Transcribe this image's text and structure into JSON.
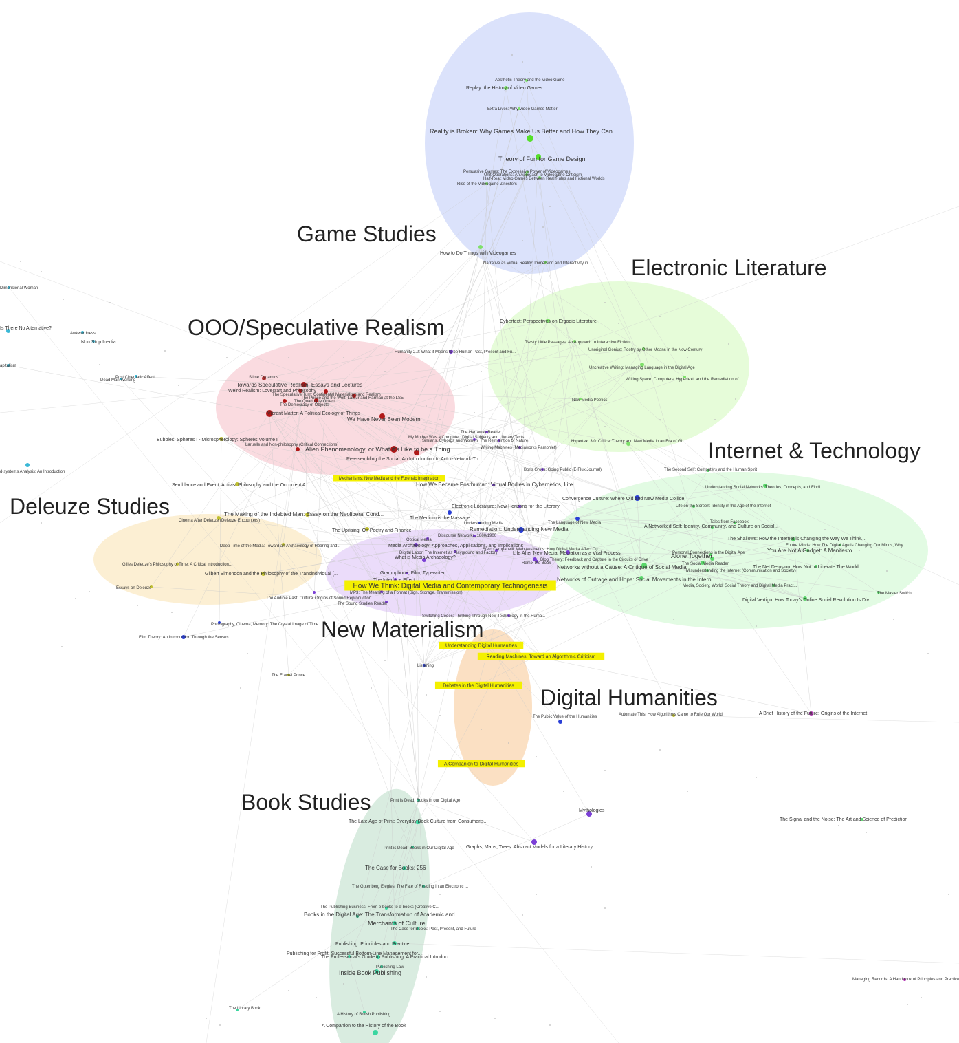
{
  "colors": {
    "game": "#dbe2fb",
    "elit": "#e6fcd9",
    "ooo": "#fadbe0",
    "inet": "#e2fbe3",
    "deleuze": "#fcefd3",
    "newmat": "#ebdcfa",
    "dh": "#fbe0c3",
    "book": "#d9ece0",
    "highlight": "#f4f000",
    "edge": "#c9c9c9"
  },
  "clusters": [
    {
      "id": "game",
      "label": "Game Studies",
      "color": "game"
    },
    {
      "id": "elit",
      "label": "Electronic Literature",
      "color": "elit"
    },
    {
      "id": "ooo",
      "label": "OOO/Speculative Realism",
      "color": "ooo"
    },
    {
      "id": "inet",
      "label": "Internet & Technology",
      "color": "inet"
    },
    {
      "id": "deleuze",
      "label": "Deleuze Studies",
      "color": "deleuze"
    },
    {
      "id": "newmat",
      "label": "New Materialism",
      "color": "newmat"
    },
    {
      "id": "dh",
      "label": "Digital Humanities",
      "color": "dh"
    },
    {
      "id": "book",
      "label": "Book Studies",
      "color": "book"
    }
  ],
  "nodes": [
    {
      "label": "Aesthetic Theory and the Video Game",
      "color": "#7ee06a"
    },
    {
      "label": "Replay: the History of Video Games",
      "color": "#7ee06a"
    },
    {
      "label": "Extra Lives: Why Video Games Matter",
      "color": "#7ee06a"
    },
    {
      "label": "Reality is Broken: Why Games Make Us Better and How They Can...",
      "color": "#55e02a"
    },
    {
      "label": "Theory of Fun for Game Design",
      "color": "#55e02a"
    },
    {
      "label": "Persuasive Games: The Expressive Power of Videogames",
      "color": "#7ee06a"
    },
    {
      "label": "Unit Operations: An Approach to Videogame Criticism",
      "color": "#7ee06a"
    },
    {
      "label": "Half-Real: Video Games Between Real Rules and Fictional Worlds",
      "color": "#7ee06a"
    },
    {
      "label": "Rise of the Videogame Zinesters",
      "color": "#7ee06a"
    },
    {
      "label": "How to Do Things with Videogames",
      "color": "#7ee06a"
    },
    {
      "label": "Narrative as Virtual Reality: Immersion and Interactivity in...",
      "color": "#7ee06a"
    },
    {
      "label": "Cybertext: Perspectives on Ergodic Literature",
      "color": "#7ee06a"
    },
    {
      "label": "Twisty Little Passages: An Approach to Interactive Fiction",
      "color": "#7ee06a"
    },
    {
      "label": "Unoriginal Genius: Poetry by Other Means in the New Century",
      "color": "#7ee06a"
    },
    {
      "label": "Uncreative Writing: Managing Language in the Digital Age",
      "color": "#7ee06a"
    },
    {
      "label": "Writing Space: Computers, Hypertext, and the Remediation of ...",
      "color": "#7ee06a"
    },
    {
      "label": "New Media Poetics",
      "color": "#7ee06a"
    },
    {
      "label": "Hypertext 3.0: Critical Theory and New Media in an Era of Gl...",
      "color": "#7ee06a"
    },
    {
      "label": "Slime Dynamics",
      "color": "#c03030"
    },
    {
      "label": "Towards Speculative Realism: Essays and Lectures",
      "color": "#b01818"
    },
    {
      "label": "Weird Realism: Lovecraft and Philosophy",
      "color": "#b01818"
    },
    {
      "label": "The Speculative Turn: Continental Materialism and Realism",
      "color": "#b01818"
    },
    {
      "label": "The Prince and the Wolf: Latour and Harman at the LSE",
      "color": "#b01818"
    },
    {
      "label": "The Quadruple Object",
      "color": "#b01818"
    },
    {
      "label": "The Democracy of Objects",
      "color": "#b01818"
    },
    {
      "label": "Vibrant Matter: A Political Ecology of Things",
      "color": "#b01818"
    },
    {
      "label": "We Have Never Been Modern",
      "color": "#b01818"
    },
    {
      "label": "Laruelle and Non-philosophy (Critical Connections)",
      "color": "#b01818"
    },
    {
      "label": "Alien Phenomenology, or What it's Like to be a Thing",
      "color": "#b01818"
    },
    {
      "label": "Reassembling the Social: An Introduction to Actor-Network-Th...",
      "color": "#b01818"
    },
    {
      "label": "Humanity 2.0: What it Means to be Human Past, Present and Fu...",
      "color": "#7b3fd6"
    },
    {
      "label": "Bubbles: Spheres I - Microspherology: Spheres Volume I",
      "color": "#c0c030"
    },
    {
      "label": "Non Stop Inertia",
      "color": "#3ab8d6"
    },
    {
      "label": "Awkwardness",
      "color": "#3ab8d6"
    },
    {
      "label": "Is There No Alternative?",
      "color": "#3ab8d6"
    },
    {
      "label": "Post Cinematic Affect",
      "color": "#3ab8d6"
    },
    {
      "label": "Dead Man Working",
      "color": "#3ab8d6"
    },
    {
      "label": "Dimensional Woman",
      "color": "#3ab8d6"
    },
    {
      "label": "apitalism",
      "color": "#3ab8d6"
    },
    {
      "label": "d-systems Analysis: An Introduction",
      "color": "#3ab8d6"
    },
    {
      "label": "Mechanisms: New Media and the Forensic Imagination",
      "color": "#c0c030",
      "hl": true
    },
    {
      "label": "Semblance and Event: Activist Philosophy and the Occurrent A...",
      "color": "#c0c030"
    },
    {
      "label": "The Making of the Indebted Man: Essay on the Neoliberal Cond...",
      "color": "#c0c030"
    },
    {
      "label": "Cinema After Deleuze (Deleuze Encounters)",
      "color": "#c0c030"
    },
    {
      "label": "Deep Time of the Media: Toward an Archaeology of Hearing and...",
      "color": "#c0c030"
    },
    {
      "label": "Gilles Deleuze's Philosophy of Time: A Critical Introduction...",
      "color": "#c0c030"
    },
    {
      "label": "Gilbert Simondon and the Philosophy of the Transindividual (...",
      "color": "#c0c030"
    },
    {
      "label": "Essays on Deleuze",
      "color": "#c0c030"
    },
    {
      "label": "The Audible Past: Cultural Origins of Sound Reproduction",
      "color": "#7b3fd6"
    },
    {
      "label": "The Sound Studies Reader",
      "color": "#7b3fd6"
    },
    {
      "label": "Photography, Cinema, Memory: The Crystal Image of Time",
      "color": "#2a3fd6"
    },
    {
      "label": "Film Theory: An Introduction Through the Senses",
      "color": "#2a3fd6"
    },
    {
      "label": "The Fractal Prince",
      "color": "#c0c030"
    },
    {
      "label": "The Uprising: On Poetry and Finance",
      "color": "#c0c030"
    },
    {
      "label": "How We Became Posthuman: Virtual Bodies in Cybernetics, Lite...",
      "color": "#7b3fd6"
    },
    {
      "label": "The Medium is the Massage",
      "color": "#2a3fd6"
    },
    {
      "label": "Electronic Literature: New Horizons for the Literary",
      "color": "#7b3fd6"
    },
    {
      "label": "Understanding Media",
      "color": "#2a3fd6"
    },
    {
      "label": "Remediation: Understanding New Media",
      "color": "#2a3fd6"
    },
    {
      "label": "Discourse Networks, 1800/1900",
      "color": "#7b3fd6"
    },
    {
      "label": "Optical Media",
      "color": "#7b3fd6"
    },
    {
      "label": "Media Archaeology: Approaches, Applications, and Implications",
      "color": "#7b3fd6"
    },
    {
      "label": "Digital Labor: The Internet as Playground and Factory",
      "color": "#7b3fd6"
    },
    {
      "label": "What is Media Archaeology?",
      "color": "#7b3fd6"
    },
    {
      "label": "Gramophone, Film, Typewriter",
      "color": "#7b3fd6"
    },
    {
      "label": "The Interface Effect",
      "color": "#7b3fd6"
    },
    {
      "label": "How We Think: Digital Media and Contemporary Technogenesis",
      "color": "#7b3fd6",
      "hl": true
    },
    {
      "label": "MP3: The Meaning of a Format (Sign, Storage, Transmission)",
      "color": "#7b3fd6"
    },
    {
      "label": "Switching Codes: Thinking Through New Technology in the Huma...",
      "color": "#7b3fd6"
    },
    {
      "label": "Life After New Media: Mediation as a Vital Process",
      "color": "#7b3fd6"
    },
    {
      "label": "Remix the Book",
      "color": "#7b3fd6"
    },
    {
      "label": "Blog Theory: Feedback and Capture in the Circuits of Drive",
      "color": "#7b3fd6"
    },
    {
      "label": "Stelo Campanelli: Web Aesthetics: How Digital Media Affect Cu...",
      "color": "#7b3fd6"
    },
    {
      "label": "The Harraway Reader",
      "color": "#7b3fd6"
    },
    {
      "label": "Simians, Cyborgs and Women: The Reinvention of Nature",
      "color": "#7b3fd6"
    },
    {
      "label": "My Mother Was a Computer: Digital Subjects and Literary Texts",
      "color": "#7b3fd6"
    },
    {
      "label": "Writing Machines (Mediaworks Pamphlet)",
      "color": "#7b3fd6"
    },
    {
      "label": "Boris Groys: Going Public (E-Flux Journal)",
      "color": "#7b3fd6"
    },
    {
      "label": "The Second Self: Computers and the Human Spirit",
      "color": "#5ad66a"
    },
    {
      "label": "Understanding Social Networks: Theories, Concepts, and Findi...",
      "color": "#5ad66a"
    },
    {
      "label": "Convergence Culture: Where Old and New Media Collide",
      "color": "#2a3fd6"
    },
    {
      "label": "Life on the Screen: Identity in the Age of the Internet",
      "color": "#5ad66a"
    },
    {
      "label": "The Language of New Media",
      "color": "#2a3fd6"
    },
    {
      "label": "A Networked Self: Identity, Community, and Culture on Social...",
      "color": "#5ad66a"
    },
    {
      "label": "Tales from Facebook",
      "color": "#5ad66a"
    },
    {
      "label": "The Shallows: How the Internet is Changing the Way We Think...",
      "color": "#5ad66a"
    },
    {
      "label": "Future Minds: How The Digital Age is Changing Our Minds, Why...",
      "color": "#5ad66a"
    },
    {
      "label": "You Are Not A Gadget: A Manifesto",
      "color": "#5ad66a"
    },
    {
      "label": "Personal Connections in the Digital Age",
      "color": "#5ad66a"
    },
    {
      "label": "Alone Together",
      "color": "#5ad66a"
    },
    {
      "label": "The Social Media Reader",
      "color": "#5ad66a"
    },
    {
      "label": "Networks without a Cause: A Critique of Social Media",
      "color": "#5ad66a"
    },
    {
      "label": "The Net Delusion: How Not to Liberate The World",
      "color": "#5ad66a"
    },
    {
      "label": "Misunderstanding the Internet (Communication and Society)",
      "color": "#5ad66a"
    },
    {
      "label": "Networks of Outrage and Hope: Social Movements in the Intern...",
      "color": "#5ad66a"
    },
    {
      "label": "Media, Society, World: Social Theory and Digital Media Pract...",
      "color": "#5ad66a"
    },
    {
      "label": "Digital Vertigo: How Today's Online Social Revolution Is Div...",
      "color": "#5ad66a"
    },
    {
      "label": "The Master Switch",
      "color": "#5ad66a"
    },
    {
      "label": "Understanding Digital Humanities",
      "color": "#c0c030",
      "hl": true
    },
    {
      "label": "Reading Machines: Toward an Algorithmic Criticism",
      "color": "#c0c030",
      "hl": true
    },
    {
      "label": "Debates in the Digital Humanities",
      "color": "#c0c030",
      "hl": true
    },
    {
      "label": "A Companion to Digital Humanities",
      "color": "#c0c030",
      "hl": true
    },
    {
      "label": "Listening",
      "color": "#2a3fd6"
    },
    {
      "label": "The Public Value of the Humanities",
      "color": "#2a3fd6"
    },
    {
      "label": "Automate This: How Algorithms Came to Rule Our World",
      "color": "#c0c030"
    },
    {
      "label": "A Brief History of the Future: Origins of the Internet",
      "color": "#b030b0"
    },
    {
      "label": "Mythologies",
      "color": "#7b3fd6"
    },
    {
      "label": "Graphs, Maps, Trees: Abstract Models for a Literary History",
      "color": "#7b3fd6"
    },
    {
      "label": "The Signal and the Noise: The Art and Science of Prediction",
      "color": "#5ad66a"
    },
    {
      "label": "Managing Records: A Handbook of Principles and Practice",
      "color": "#b030b0"
    },
    {
      "label": "Print is Dead: Books in our Digital Age",
      "color": "#3ad6a0"
    },
    {
      "label": "The Late Age of Print: Everyday Book Culture from Consumeris...",
      "color": "#3ad6a0"
    },
    {
      "label": "Print is Dead: Books in Our Digital Age",
      "color": "#3ad6a0"
    },
    {
      "label": "The Case for Books: 256",
      "color": "#3ad6a0"
    },
    {
      "label": "The Gutenberg Elegies: The Fate of Reading in an Electronic ...",
      "color": "#3ad6a0"
    },
    {
      "label": "The Publishing Business: From p-books to e-books (Creative C...",
      "color": "#3ad6a0"
    },
    {
      "label": "Books in the Digital Age: The Transformation of Academic and...",
      "color": "#3ad6a0"
    },
    {
      "label": "Merchants of Culture",
      "color": "#3ad6a0"
    },
    {
      "label": "The Case for Books: Past, Present, and Future",
      "color": "#3ad6a0"
    },
    {
      "label": "Publishing: Principles and Practice",
      "color": "#3ad6a0"
    },
    {
      "label": "Publishing for Profit: Successful Bottom-Line Management for...",
      "color": "#3ad6a0"
    },
    {
      "label": "The Professional's Guide to Publishing: A Practical Introduc...",
      "color": "#3ad6a0"
    },
    {
      "label": "Publishing Law",
      "color": "#3ad6a0"
    },
    {
      "label": "Inside Book Publishing",
      "color": "#3ad6a0"
    },
    {
      "label": "A History of British Publishing",
      "color": "#3ad6a0"
    },
    {
      "label": "A Companion to the History of the Book",
      "color": "#3ad6a0"
    },
    {
      "label": "The Library Book",
      "color": "#3ad6a0"
    }
  ]
}
